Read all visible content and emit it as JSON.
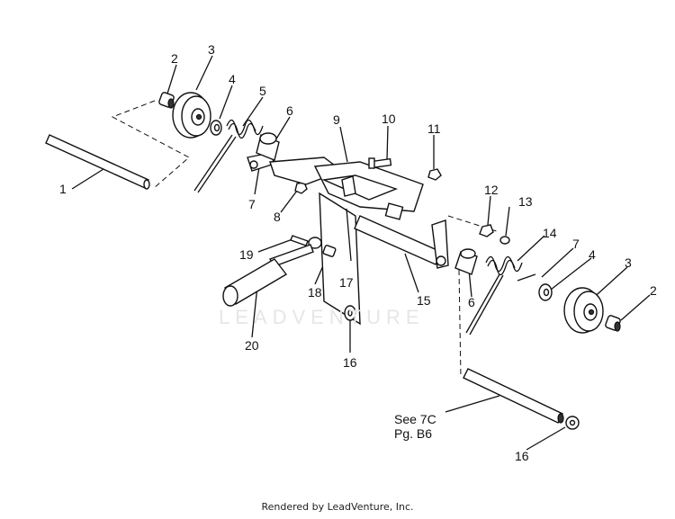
{
  "callouts": [
    {
      "id": "c-2a",
      "text": "2"
    },
    {
      "id": "c-3a",
      "text": "3"
    },
    {
      "id": "c-4a",
      "text": "4"
    },
    {
      "id": "c-5",
      "text": "5"
    },
    {
      "id": "c-6a",
      "text": "6"
    },
    {
      "id": "c-1",
      "text": "1"
    },
    {
      "id": "c-7a",
      "text": "7"
    },
    {
      "id": "c-8",
      "text": "8"
    },
    {
      "id": "c-9",
      "text": "9"
    },
    {
      "id": "c-10",
      "text": "10"
    },
    {
      "id": "c-11",
      "text": "11"
    },
    {
      "id": "c-12",
      "text": "12"
    },
    {
      "id": "c-13",
      "text": "13"
    },
    {
      "id": "c-14",
      "text": "14"
    },
    {
      "id": "c-7b",
      "text": "7"
    },
    {
      "id": "c-4b",
      "text": "4"
    },
    {
      "id": "c-3b",
      "text": "3"
    },
    {
      "id": "c-2b",
      "text": "2"
    },
    {
      "id": "c-19",
      "text": "19"
    },
    {
      "id": "c-18",
      "text": "18"
    },
    {
      "id": "c-17",
      "text": "17"
    },
    {
      "id": "c-15",
      "text": "15"
    },
    {
      "id": "c-6b",
      "text": "6"
    },
    {
      "id": "c-20",
      "text": "20"
    },
    {
      "id": "c-16a",
      "text": "16"
    },
    {
      "id": "c-16b",
      "text": "16"
    }
  ],
  "reference_note": {
    "line1": "See 7C",
    "line2": "Pg. B6"
  },
  "watermark": "LEADVENTURE",
  "footer": "Rendered by LeadVenture, Inc."
}
